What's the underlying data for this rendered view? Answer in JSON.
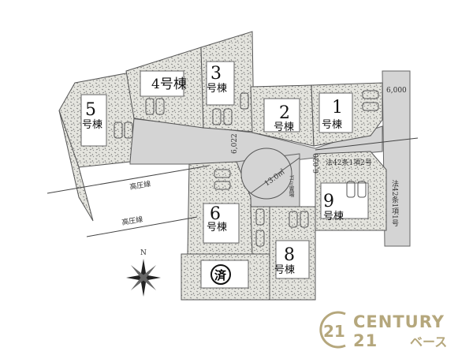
{
  "lots": [
    {
      "num": "1",
      "suffix": "号棟"
    },
    {
      "num": "2",
      "suffix": "号棟"
    },
    {
      "num": "3",
      "suffix": "号棟"
    },
    {
      "num": "4号棟",
      "suffix": ""
    },
    {
      "num": "5",
      "suffix": "号棟"
    },
    {
      "num": "6",
      "suffix": "号棟"
    },
    {
      "num": "済",
      "suffix": ""
    },
    {
      "num": "8",
      "suffix": "号棟"
    },
    {
      "num": "9",
      "suffix": "号棟"
    }
  ],
  "labels": {
    "width_top_right": "6,000",
    "width_road_left": "6,022",
    "width_road_right": "6,020",
    "road_type_2": "法42条1項2号",
    "road_type_1": "法42条1項1号",
    "cul_de_sac": "13.0㎡",
    "garbage": "ゴミ置場",
    "power_line_1": "高圧線",
    "power_line_2": "高圧線",
    "north": "N"
  },
  "logo": {
    "mark": "21",
    "name": "CENTURY 21",
    "sub": "ベース",
    "color": "#b5a77c"
  },
  "colors": {
    "lot": "#d9d9d4",
    "road": "#d4d4d4",
    "outline": "#555555"
  }
}
